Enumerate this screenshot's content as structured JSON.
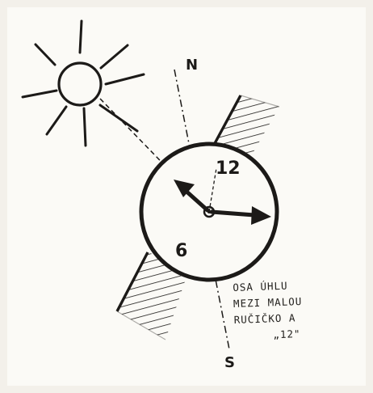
{
  "diagram": {
    "north_label": "N",
    "south_label": "S",
    "dial_12": "12",
    "dial_6": "6",
    "note_lines": [
      "OSA ÚHLU",
      "MEZI MALOU",
      "RUČIČKO A",
      "„12\""
    ]
  },
  "colors": {
    "ink": "#1c1a18",
    "paper": "#fbfaf6"
  },
  "icons": [
    "sun-icon",
    "watch-icon",
    "hour-hand-arrow-icon",
    "minute-hand-arrow-icon"
  ]
}
